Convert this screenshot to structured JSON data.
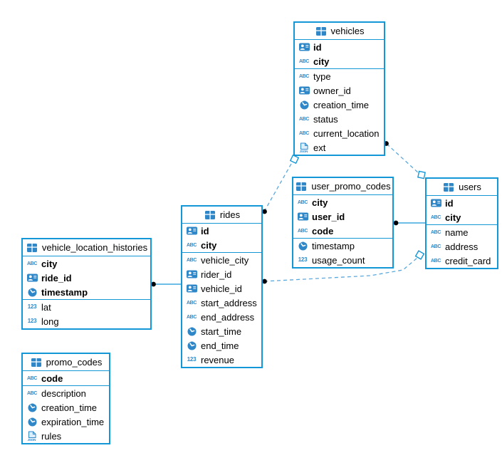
{
  "colors": {
    "accent": "#1497d6",
    "icon_blue": "#2f87c8",
    "relation_dashed": "#5aa8dc",
    "relation_dot": "#000000"
  },
  "icon_glyphs": {
    "text": "ABC",
    "number": "123",
    "json": "JSON"
  },
  "tables": {
    "vehicles": {
      "title": "vehicles",
      "columns": [
        {
          "name": "id",
          "type": "uuid",
          "key": true
        },
        {
          "name": "city",
          "type": "text",
          "key": true
        },
        {
          "name": "type",
          "type": "text",
          "key": false
        },
        {
          "name": "owner_id",
          "type": "uuid",
          "key": false
        },
        {
          "name": "creation_time",
          "type": "timestamp",
          "key": false
        },
        {
          "name": "status",
          "type": "text",
          "key": false
        },
        {
          "name": "current_location",
          "type": "text",
          "key": false
        },
        {
          "name": "ext",
          "type": "json",
          "key": false
        }
      ]
    },
    "user_promo_codes": {
      "title": "user_promo_codes",
      "columns": [
        {
          "name": "city",
          "type": "text",
          "key": true
        },
        {
          "name": "user_id",
          "type": "uuid",
          "key": true
        },
        {
          "name": "code",
          "type": "text",
          "key": true
        },
        {
          "name": "timestamp",
          "type": "timestamp",
          "key": false
        },
        {
          "name": "usage_count",
          "type": "number",
          "key": false
        }
      ]
    },
    "users": {
      "title": "users",
      "columns": [
        {
          "name": "id",
          "type": "uuid",
          "key": true
        },
        {
          "name": "city",
          "type": "text",
          "key": true
        },
        {
          "name": "name",
          "type": "text",
          "key": false
        },
        {
          "name": "address",
          "type": "text",
          "key": false
        },
        {
          "name": "credit_card",
          "type": "text",
          "key": false
        }
      ]
    },
    "rides": {
      "title": "rides",
      "columns": [
        {
          "name": "id",
          "type": "uuid",
          "key": true
        },
        {
          "name": "city",
          "type": "text",
          "key": true
        },
        {
          "name": "vehicle_city",
          "type": "text",
          "key": false
        },
        {
          "name": "rider_id",
          "type": "uuid",
          "key": false
        },
        {
          "name": "vehicle_id",
          "type": "uuid",
          "key": false
        },
        {
          "name": "start_address",
          "type": "text",
          "key": false
        },
        {
          "name": "end_address",
          "type": "text",
          "key": false
        },
        {
          "name": "start_time",
          "type": "timestamp",
          "key": false
        },
        {
          "name": "end_time",
          "type": "timestamp",
          "key": false
        },
        {
          "name": "revenue",
          "type": "number",
          "key": false
        }
      ]
    },
    "vehicle_location_histories": {
      "title": "vehicle_location_histories",
      "columns": [
        {
          "name": "city",
          "type": "text",
          "key": true
        },
        {
          "name": "ride_id",
          "type": "uuid",
          "key": true
        },
        {
          "name": "timestamp",
          "type": "timestamp",
          "key": true
        },
        {
          "name": "lat",
          "type": "number",
          "key": false
        },
        {
          "name": "long",
          "type": "number",
          "key": false
        }
      ]
    },
    "promo_codes": {
      "title": "promo_codes",
      "columns": [
        {
          "name": "code",
          "type": "text",
          "key": true
        },
        {
          "name": "description",
          "type": "text",
          "key": false
        },
        {
          "name": "creation_time",
          "type": "timestamp",
          "key": false
        },
        {
          "name": "expiration_time",
          "type": "timestamp",
          "key": false
        },
        {
          "name": "rules",
          "type": "json",
          "key": false
        }
      ]
    }
  },
  "relations": [
    {
      "from": "rides",
      "to": "vehicles",
      "style": "dashed"
    },
    {
      "from": "vehicles",
      "to": "users",
      "style": "dashed"
    },
    {
      "from": "user_promo_codes",
      "to": "users",
      "style": "solid"
    },
    {
      "from": "rides",
      "to": "users",
      "style": "dashed"
    },
    {
      "from": "vehicle_location_histories",
      "to": "rides",
      "style": "solid"
    }
  ]
}
